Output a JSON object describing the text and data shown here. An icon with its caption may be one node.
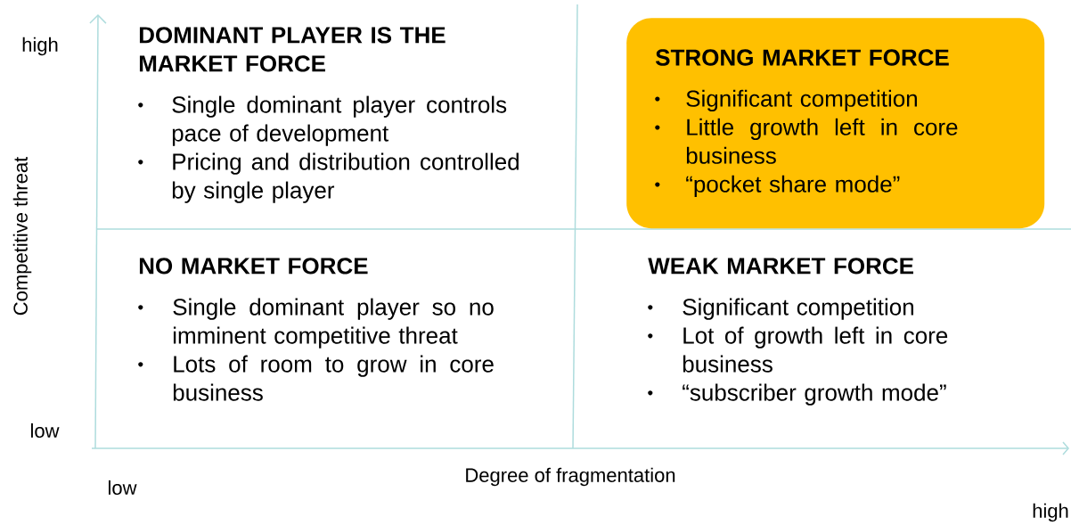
{
  "diagram": {
    "nodes": [
      {
        "text": [
          "DOMINANT PLAYER IS THE MARKET FORCE",
          "Single dominant player controls pace of development",
          "Pricing and distribution controlled by single player"
        ]
      },
      {
        "text": [
          "STRONG MARKET FORCE",
          "Significant competition",
          "Little growth left in core business",
          "“pocket share mode”"
        ]
      },
      {
        "text": [
          "NO MARKET FORCE",
          "Single dominant player  so no imminent competitive threat",
          "Lots of room to grow in core business"
        ]
      },
      {
        "text": [
          "WEAK MARKET FORCE",
          "Significant competition",
          "Lot of growth left in core business",
          "“subscriber growth mode”"
        ]
      }
    ],
    "labels": [
      "high",
      "Competitive threat",
      "low",
      "low",
      "Degree of fragmentation",
      "high"
    ]
  }
}
